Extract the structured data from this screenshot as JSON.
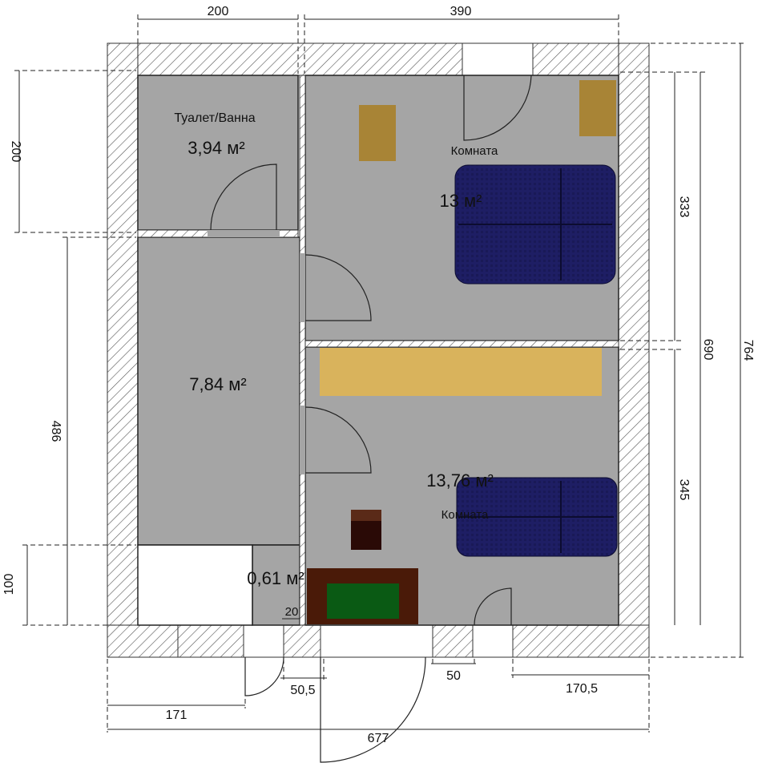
{
  "rooms": {
    "bath_name": "Туалет/Ванна",
    "bath_area": "3,94 м²",
    "top_room_name": "Комната",
    "top_room_area": "13 м²",
    "hall_area": "7,84 м²",
    "small_area": "0,61 м²",
    "bottom_room_area": "13,76 м²",
    "bottom_room_name": "Комната"
  },
  "dimensions": {
    "top_left": "200",
    "top_right": "390",
    "left_upper": "200",
    "left_lower": "486",
    "left_bottom": "100",
    "right_upper": "333",
    "right_lower": "345",
    "right_690": "690",
    "right_764": "764",
    "wall_20": "20",
    "bottom_50_5": "50,5",
    "bottom_50": "50",
    "bottom_170_5": "170,5",
    "bottom_171": "171",
    "bottom_677": "677"
  },
  "colors": {
    "floor": "#a5a5a5",
    "sofa": "#1c1c5e",
    "furniture": "#a88436",
    "table": "#d9b35c",
    "rug_border": "#4a1a08",
    "rug_center": "#0a5a14"
  }
}
